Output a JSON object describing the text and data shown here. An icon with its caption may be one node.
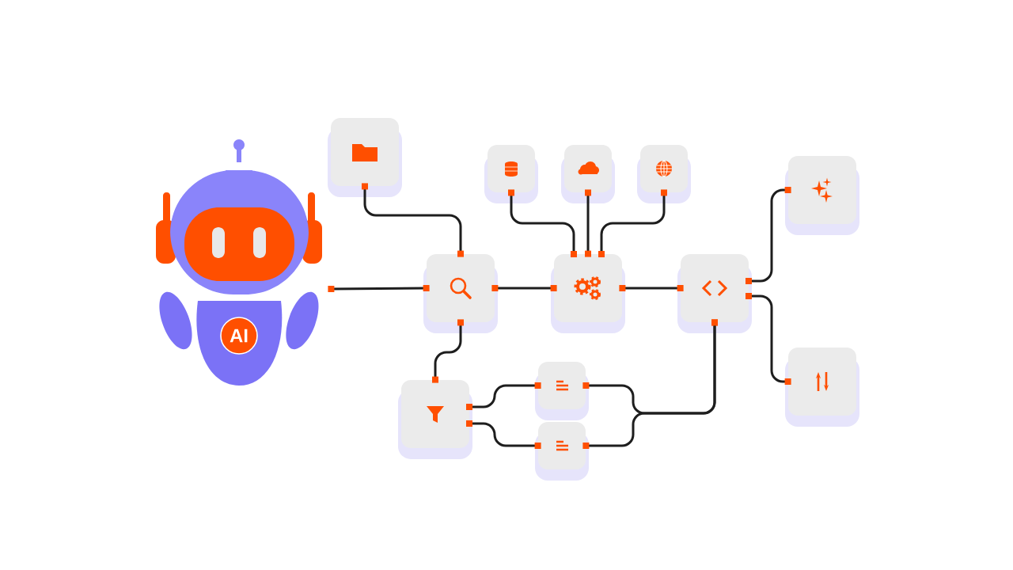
{
  "diagram": {
    "nodes": [
      {
        "text": [],
        "shape": "picture"
      },
      {
        "text": [],
        "shape": "box"
      },
      {
        "text": [],
        "shape": "box"
      },
      {
        "text": [],
        "shape": "box"
      },
      {
        "text": [],
        "shape": "box"
      },
      {
        "text": [],
        "shape": "box"
      },
      {
        "text": [],
        "shape": "box"
      },
      {
        "text": [],
        "shape": "box"
      },
      {
        "text": [],
        "shape": "box"
      },
      {
        "text": [],
        "shape": "box"
      },
      {
        "text": [],
        "shape": "box"
      },
      {
        "text": [],
        "shape": "box"
      },
      {
        "text": [],
        "shape": "box"
      }
    ],
    "edges": [
      {
        "from": 0,
        "to": 6,
        "arrow": "other"
      },
      {
        "from": 1,
        "to": 6,
        "arrow": "other"
      },
      {
        "from": 2,
        "to": 7,
        "arrow": "other"
      },
      {
        "from": 3,
        "to": 7,
        "arrow": "other"
      },
      {
        "from": 4,
        "to": 7,
        "arrow": "other"
      },
      {
        "from": 6,
        "to": 7,
        "arrow": "other"
      },
      {
        "from": 7,
        "to": 8,
        "arrow": "other"
      },
      {
        "from": 8,
        "to": 5,
        "arrow": "other"
      },
      {
        "from": 8,
        "to": 9,
        "arrow": "other"
      },
      {
        "from": 6,
        "to": 10,
        "arrow": "other"
      },
      {
        "from": 10,
        "to": 11,
        "arrow": "other"
      },
      {
        "from": 10,
        "to": 12,
        "arrow": "other"
      },
      {
        "from": 11,
        "to": 8,
        "arrow": "other"
      },
      {
        "from": 12,
        "to": 8,
        "arrow": "other"
      }
    ],
    "labels": [
      "AI"
    ]
  }
}
